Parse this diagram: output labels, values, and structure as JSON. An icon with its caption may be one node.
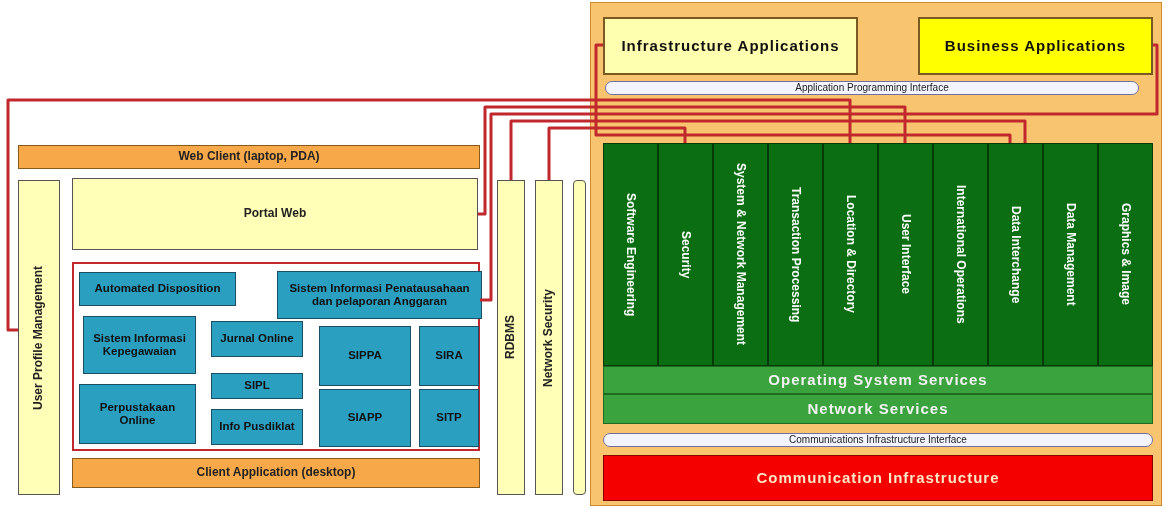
{
  "diagram": {
    "nodes": [
      {
        "text": [
          "Web Client (laptop, PDA)"
        ]
      },
      {
        "text": [
          "User Profile Management"
        ]
      },
      {
        "text": [
          "Portal Web"
        ]
      },
      {
        "text": [],
        "shape": "box"
      },
      {
        "text": [
          "Automated Disposition"
        ],
        "in": 3
      },
      {
        "text": [
          "Sistem Informasi Penatausahaan dan pelaporan Anggaran"
        ],
        "in": 3
      },
      {
        "text": [
          "Sistem Informasi Kepegawaian"
        ],
        "in": 3
      },
      {
        "text": [
          "Jurnal Online"
        ],
        "in": 3
      },
      {
        "text": [
          "SIPPA"
        ],
        "in": 3
      },
      {
        "text": [
          "SIRA"
        ],
        "in": 3
      },
      {
        "text": [
          "SIPL"
        ],
        "in": 3
      },
      {
        "text": [
          "Perpustakaan Online"
        ],
        "in": 3
      },
      {
        "text": [
          "Info Pusdiklat"
        ],
        "in": 3
      },
      {
        "text": [
          "SIAPP"
        ],
        "in": 3
      },
      {
        "text": [
          "SITP"
        ],
        "in": 3
      },
      {
        "text": [
          "Client Application (desktop)"
        ]
      },
      {
        "text": [
          "RDBMS"
        ]
      },
      {
        "text": [
          "Network Security"
        ]
      },
      {
        "text": [],
        "shape": "bar"
      },
      {
        "text": [],
        "shape": "box"
      },
      {
        "text": [
          "Infrastructure Applications"
        ],
        "in": 19
      },
      {
        "text": [
          "Business Applications"
        ],
        "in": 19
      },
      {
        "text": [
          "Application Programming Interface"
        ],
        "in": 19
      },
      {
        "text": [
          "Software Engineering"
        ],
        "in": 19
      },
      {
        "text": [
          "Security"
        ],
        "in": 19
      },
      {
        "text": [
          "System & Network Management"
        ],
        "in": 19
      },
      {
        "text": [
          "Transaction Processing"
        ],
        "in": 19
      },
      {
        "text": [
          "Location & Directory"
        ],
        "in": 19
      },
      {
        "text": [
          "User Interface"
        ],
        "in": 19
      },
      {
        "text": [
          "International Operations"
        ],
        "in": 19
      },
      {
        "text": [
          "Data Interchange"
        ],
        "in": 19
      },
      {
        "text": [
          "Data Management"
        ],
        "in": 19
      },
      {
        "text": [
          "Graphics & Image"
        ],
        "in": 19
      },
      {
        "text": [
          "Operating System Services"
        ],
        "in": 19
      },
      {
        "text": [
          "Network Services"
        ],
        "in": 19
      },
      {
        "text": [
          "Communications Infrastructure Interface"
        ],
        "in": 19
      },
      {
        "text": [
          "Communication Infrastructure"
        ],
        "in": 19
      }
    ],
    "edges": [
      {
        "from": 2,
        "to": 28,
        "arrow": "none"
      },
      {
        "from": 3,
        "to": 21,
        "arrow": "none"
      },
      {
        "from": 20,
        "to": 30,
        "arrow": "none"
      },
      {
        "from": 17,
        "to": 24,
        "arrow": "none"
      },
      {
        "from": 16,
        "to": 30,
        "arrow": "none"
      },
      {
        "from": 1,
        "to": 27,
        "arrow": "none"
      }
    ]
  }
}
